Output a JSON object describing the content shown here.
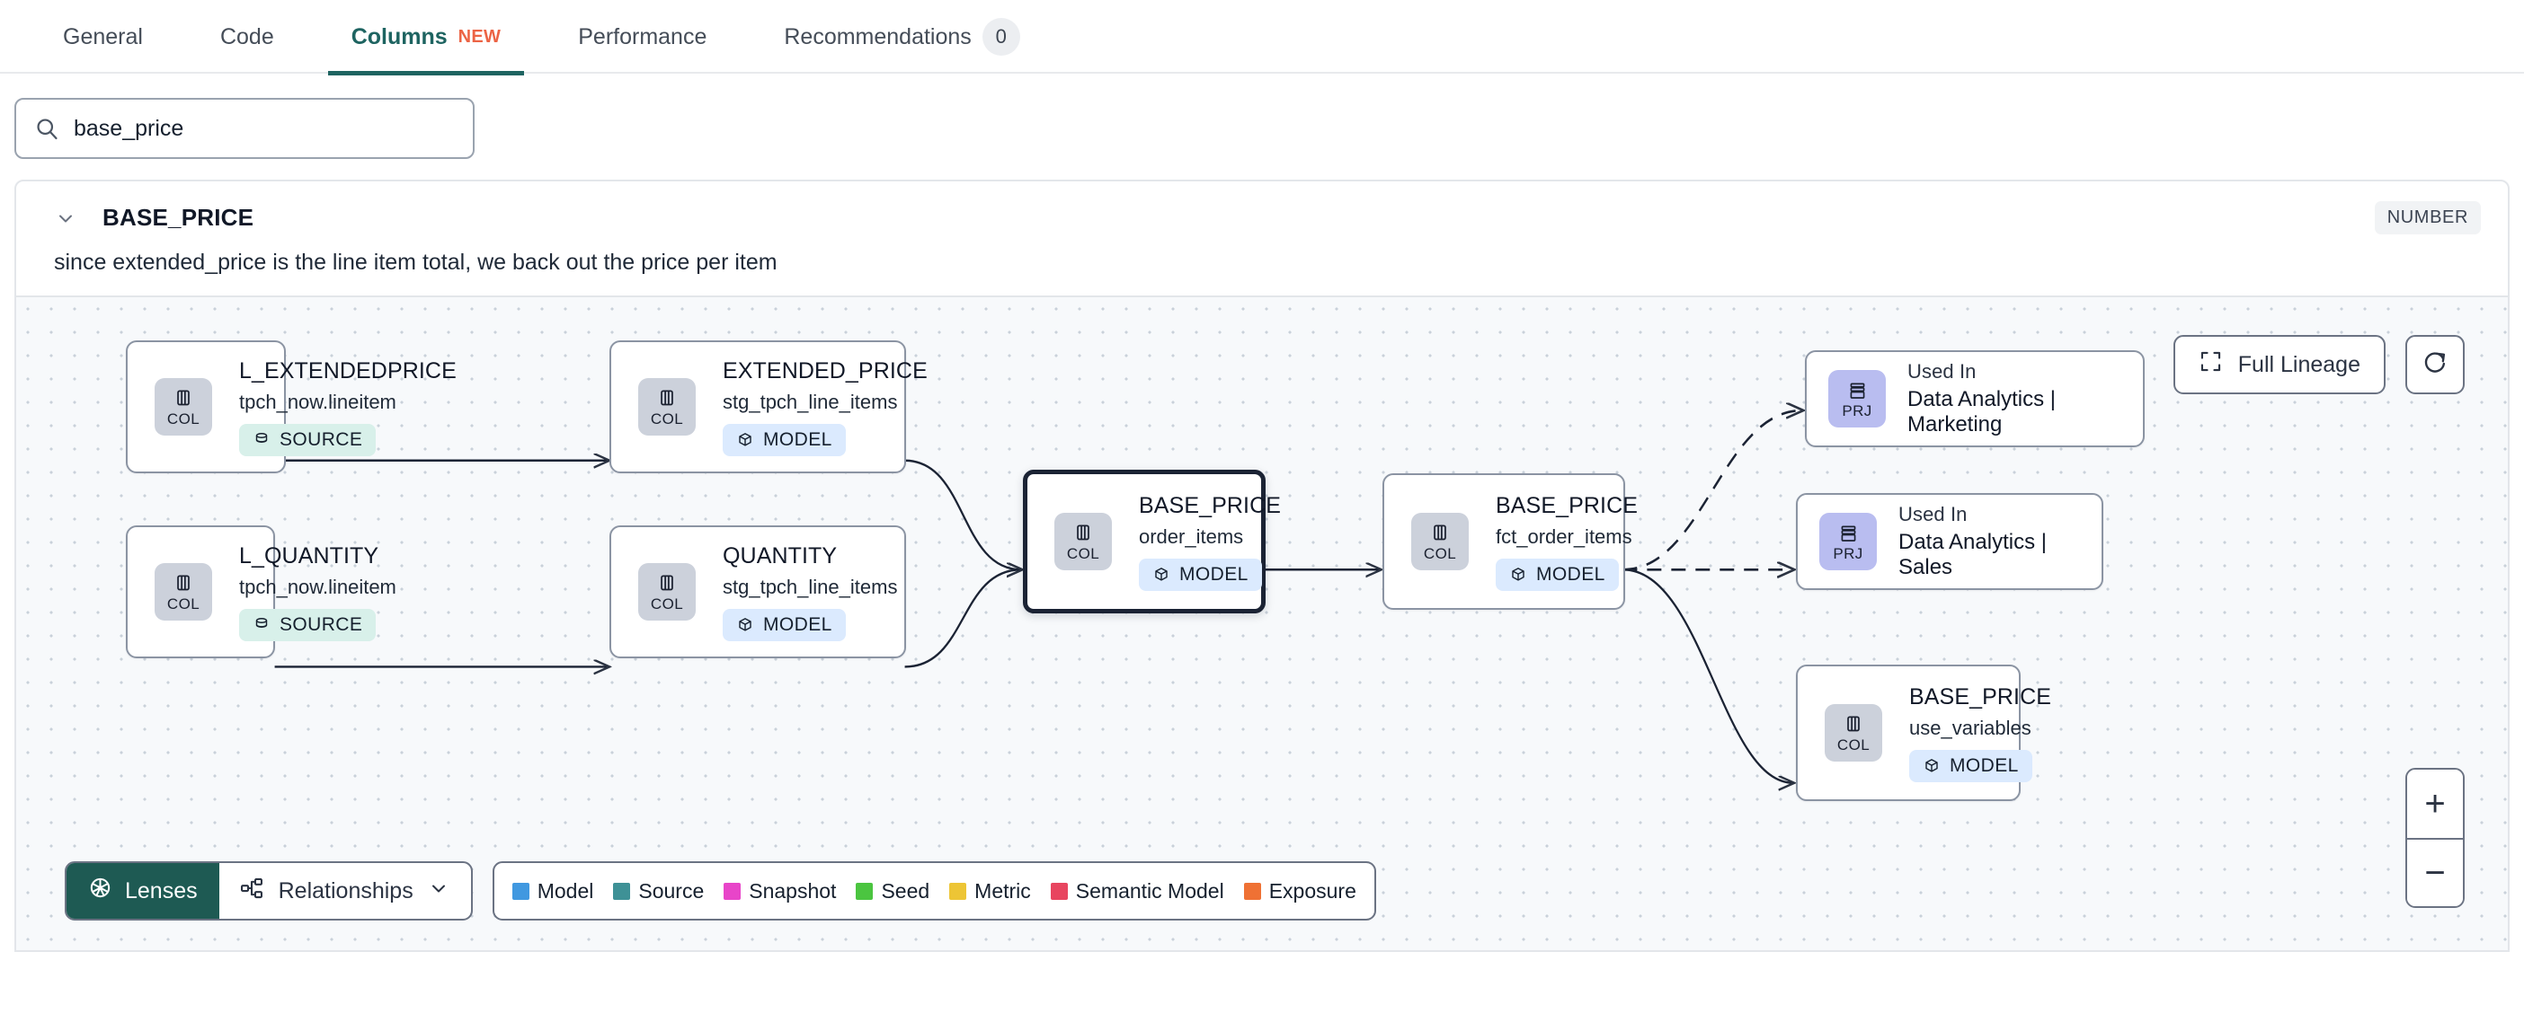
{
  "tabs": [
    {
      "label": "General",
      "active": false
    },
    {
      "label": "Code",
      "active": false
    },
    {
      "label": "Columns",
      "active": true,
      "badge": "NEW"
    },
    {
      "label": "Performance",
      "active": false
    },
    {
      "label": "Recommendations",
      "active": false,
      "count": "0"
    }
  ],
  "search": {
    "value": "base_price",
    "placeholder": "Search columns",
    "icon": "search-icon"
  },
  "column": {
    "name": "BASE_PRICE",
    "type": "NUMBER",
    "description": "since extended_price is the line item total, we back out the price per item",
    "expanded": true
  },
  "graph": {
    "full_lineage_label": "Full Lineage",
    "refresh_icon": "refresh-icon",
    "zoom_in_label": "+",
    "zoom_out_label": "−",
    "nodes": [
      {
        "id": "l_extendedprice",
        "chip": "COL",
        "chip_kind": "col",
        "title": "L_EXTENDEDPRICE",
        "subtitle": "tpch_now.lineitem",
        "badge": "SOURCE",
        "badge_kind": "source",
        "selected": false
      },
      {
        "id": "l_quantity",
        "chip": "COL",
        "chip_kind": "col",
        "title": "L_QUANTITY",
        "subtitle": "tpch_now.lineitem",
        "badge": "SOURCE",
        "badge_kind": "source",
        "selected": false
      },
      {
        "id": "extended_price",
        "chip": "COL",
        "chip_kind": "col",
        "title": "EXTENDED_PRICE",
        "subtitle": "stg_tpch_line_items",
        "badge": "MODEL",
        "badge_kind": "model",
        "selected": false
      },
      {
        "id": "quantity",
        "chip": "COL",
        "chip_kind": "col",
        "title": "QUANTITY",
        "subtitle": "stg_tpch_line_items",
        "badge": "MODEL",
        "badge_kind": "model",
        "selected": false
      },
      {
        "id": "base_price_order_items",
        "chip": "COL",
        "chip_kind": "col",
        "title": "BASE_PRICE",
        "subtitle": "order_items",
        "badge": "MODEL",
        "badge_kind": "model",
        "selected": true
      },
      {
        "id": "base_price_fct",
        "chip": "COL",
        "chip_kind": "col",
        "title": "BASE_PRICE",
        "subtitle": "fct_order_items",
        "badge": "MODEL",
        "badge_kind": "model",
        "selected": false
      },
      {
        "id": "prj_marketing",
        "chip": "PRJ",
        "chip_kind": "prj",
        "title": "Used In",
        "subtitle": "Data Analytics | Marketing",
        "selected": false
      },
      {
        "id": "prj_sales",
        "chip": "PRJ",
        "chip_kind": "prj",
        "title": "Used In",
        "subtitle": "Data Analytics | Sales",
        "selected": false
      },
      {
        "id": "base_price_use_variables",
        "chip": "COL",
        "chip_kind": "col",
        "title": "BASE_PRICE",
        "subtitle": "use_variables",
        "badge": "MODEL",
        "badge_kind": "model",
        "selected": false
      }
    ]
  },
  "toolbar": {
    "lenses_label": "Lenses",
    "lenses_icon": "aperture-icon",
    "relationships_label": "Relationships",
    "relationships_icon": "hierarchy-icon",
    "chevron_icon": "chevron-down-icon"
  },
  "legend": [
    {
      "label": "Model",
      "color": "#4098e0"
    },
    {
      "label": "Source",
      "color": "#3e9196"
    },
    {
      "label": "Snapshot",
      "color": "#e845c9"
    },
    {
      "label": "Seed",
      "color": "#4bc540"
    },
    {
      "label": "Metric",
      "color": "#ebc game"
    },
    {
      "label": "Semantic Model",
      "color": "#e8455f"
    },
    {
      "label": "Exposure",
      "color": "#ef7134"
    }
  ],
  "legend_fixed": [
    {
      "label": "Model",
      "color": "#4098e0"
    },
    {
      "label": "Source",
      "color": "#3e9196"
    },
    {
      "label": "Snapshot",
      "color": "#e845c9"
    },
    {
      "label": "Seed",
      "color": "#4bc540"
    },
    {
      "label": "Metric",
      "color": "#edc535"
    },
    {
      "label": "Semantic Model",
      "color": "#e8455f"
    },
    {
      "label": "Exposure",
      "color": "#ef7134"
    }
  ],
  "colors": {
    "accent": "#1e6461",
    "new_badge": "#ec6445",
    "lenses_bg": "#1e5a53",
    "chip_col": "#ccd1db",
    "chip_prj": "#b9bdf0",
    "badge_source": "#d8f0ea",
    "badge_model": "#dbeafe"
  }
}
